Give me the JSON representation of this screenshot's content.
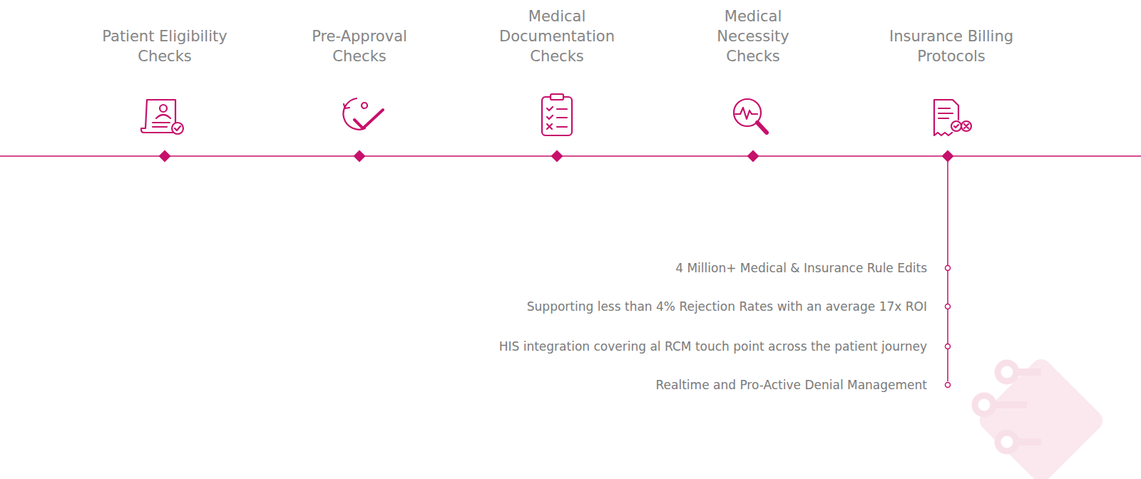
{
  "diagram": {
    "nodes": [
      {
        "text": [
          "Patient Eligibility Checks"
        ]
      },
      {
        "text": [
          "Pre-Approval Checks"
        ]
      },
      {
        "text": [
          "Medical Documentation Checks"
        ]
      },
      {
        "text": [
          "Medical Necessity Checks"
        ]
      },
      {
        "text": [
          "Insurance Billing Protocols"
        ]
      }
    ],
    "labels": [
      "4 Million+ Medical & Insurance Rule Edits",
      "Supporting less than 4% Rejection Rates with an average 17x ROI",
      "HIS integration covering al RCM touch point across the patient journey",
      "Realtime and Pro-Active Denial Management"
    ]
  }
}
